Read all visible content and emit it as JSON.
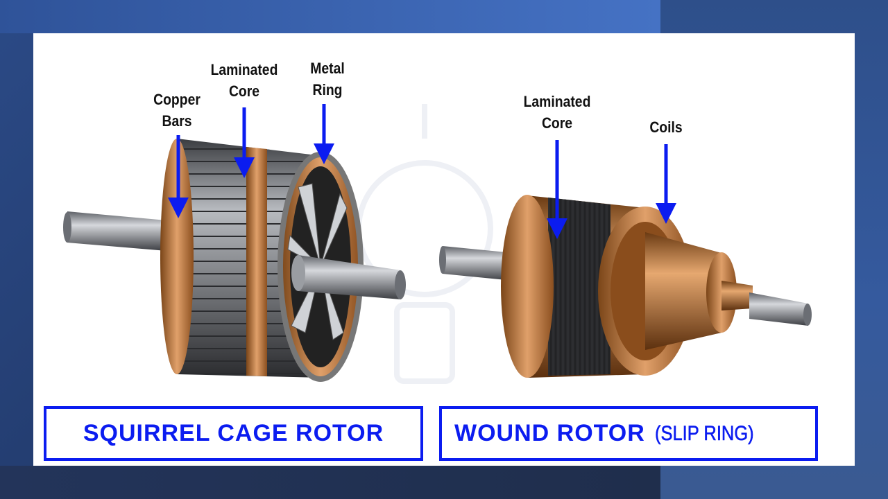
{
  "squirrel_cage": {
    "labels": {
      "copper_bars": [
        "Copper",
        "Bars"
      ],
      "laminated_core": [
        "Laminated",
        "Core"
      ],
      "metal_ring": [
        "Metal",
        "Ring"
      ]
    },
    "caption": "SQUIRREL CAGE ROTOR"
  },
  "wound_rotor": {
    "labels": {
      "laminated_core": [
        "Laminated",
        "Core"
      ],
      "coils": [
        "Coils"
      ]
    },
    "caption_main": "WOUND ROTOR",
    "caption_sub": "(SLIP RING)"
  },
  "colors": {
    "accent": "#0b1cf0",
    "copper": "#c27a3d",
    "steel": "#8a8d93"
  }
}
